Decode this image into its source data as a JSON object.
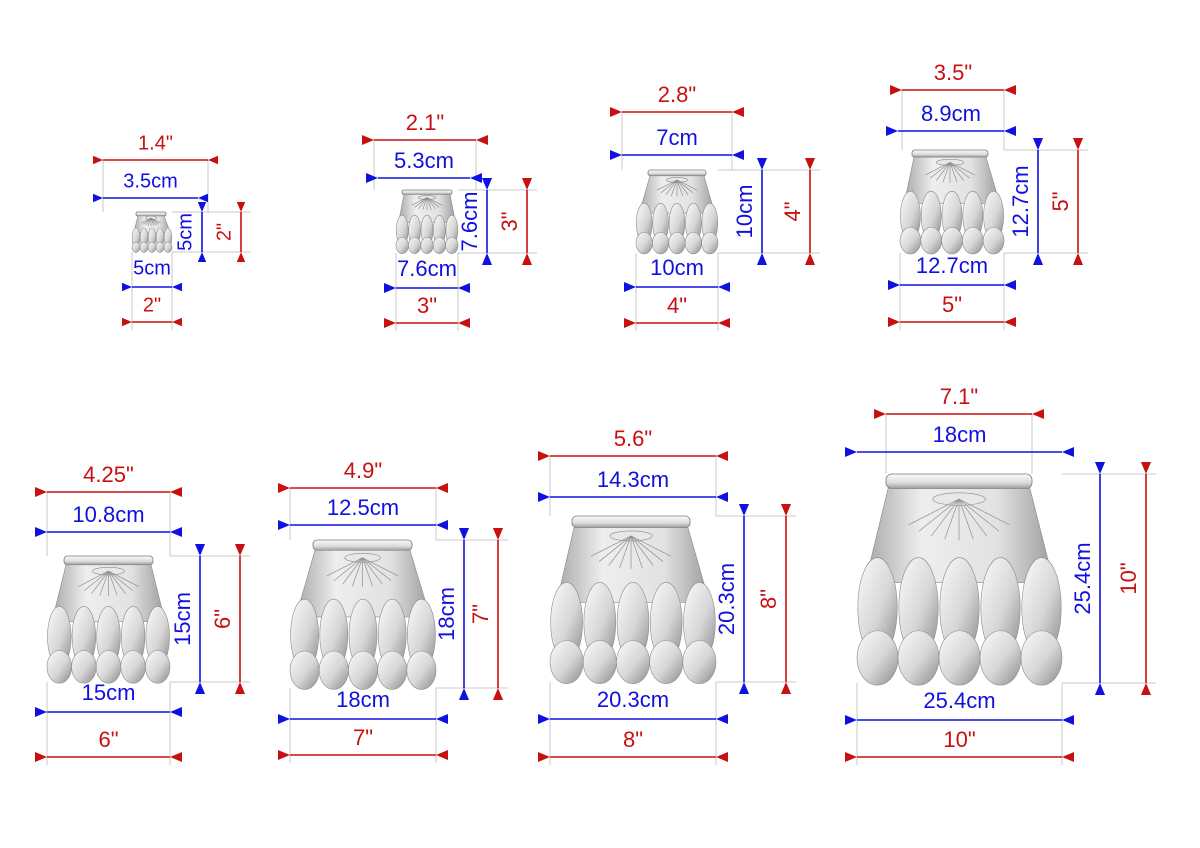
{
  "colors": {
    "metric": "#1010e0",
    "imperial": "#c81010",
    "guide": "#c8c8c8",
    "foot_light": "#f4f4f4",
    "foot_mid": "#d4d4d4",
    "foot_dark": "#8c8c8c"
  },
  "feet": [
    {
      "top_in": "1.4\"",
      "top_cm": "3.5cm",
      "base_cm": "5cm",
      "base_in": "2\"",
      "height_cm": "5cm",
      "height_in": "2\""
    },
    {
      "top_in": "2.1\"",
      "top_cm": "5.3cm",
      "base_cm": "7.6cm",
      "base_in": "3\"",
      "height_cm": "7.6cm",
      "height_in": "3\""
    },
    {
      "top_in": "2.8\"",
      "top_cm": "7cm",
      "base_cm": "10cm",
      "base_in": "4\"",
      "height_cm": "10cm",
      "height_in": "4\""
    },
    {
      "top_in": "3.5\"",
      "top_cm": "8.9cm",
      "base_cm": "12.7cm",
      "base_in": "5\"",
      "height_cm": "12.7cm",
      "height_in": "5\""
    },
    {
      "top_in": "4.25\"",
      "top_cm": "10.8cm",
      "base_cm": "15cm",
      "base_in": "6\"",
      "height_cm": "15cm",
      "height_in": "6\""
    },
    {
      "top_in": "4.9\"",
      "top_cm": "12.5cm",
      "base_cm": "18cm",
      "base_in": "7\"",
      "height_cm": "18cm",
      "height_in": "7\""
    },
    {
      "top_in": "5.6\"",
      "top_cm": "14.3cm",
      "base_cm": "20.3cm",
      "base_in": "8\"",
      "height_cm": "20.3cm",
      "height_in": "8\""
    },
    {
      "top_in": "7.1\"",
      "top_cm": "18cm",
      "base_cm": "25.4cm",
      "base_in": "10\"",
      "height_cm": "25.4cm",
      "height_in": "10\""
    }
  ]
}
